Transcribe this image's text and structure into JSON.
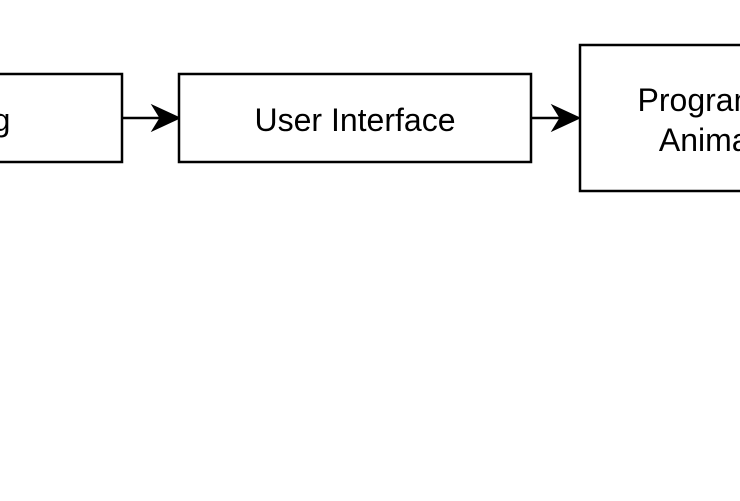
{
  "diagram": {
    "nodes": [
      {
        "id": "capturing",
        "label": "Capturing"
      },
      {
        "id": "user-interface",
        "label": "User Interface"
      },
      {
        "id": "programmed-animation",
        "label_line1": "Programmed",
        "label_line2": "Animation"
      }
    ],
    "edges": [
      {
        "from": "capturing",
        "to": "user-interface"
      },
      {
        "from": "user-interface",
        "to": "programmed-animation"
      }
    ]
  }
}
